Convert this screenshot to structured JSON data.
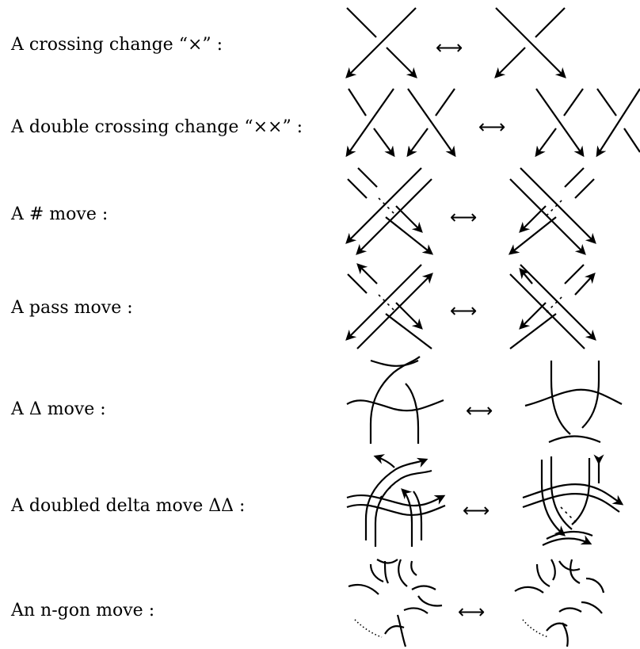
{
  "rows": [
    {
      "id": "crossing-change",
      "label": "A crossing change “×” :",
      "arrow": "⟷"
    },
    {
      "id": "double-crossing-change",
      "label": "A double crossing change “××” :",
      "arrow": "⟷"
    },
    {
      "id": "sharp-move",
      "label": "A # move :",
      "arrow": "⟷"
    },
    {
      "id": "pass-move",
      "label": "A pass move :",
      "arrow": "⟷"
    },
    {
      "id": "delta-move",
      "label": "A Δ move :",
      "arrow": "⟷"
    },
    {
      "id": "doubled-delta-move",
      "label": "A doubled delta move ΔΔ :",
      "arrow": "⟷"
    },
    {
      "id": "n-gon-move",
      "label": "An n-gon move :",
      "arrow": "⟷"
    }
  ]
}
